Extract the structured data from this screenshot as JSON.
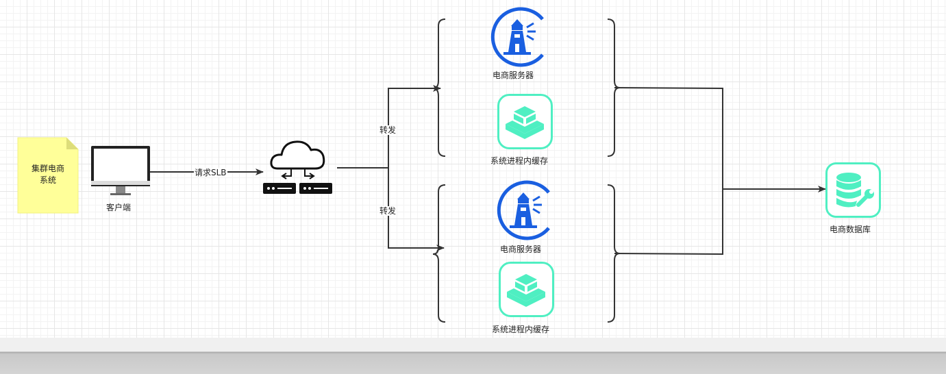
{
  "note": {
    "text_line1": "集群电商",
    "text_line2": "系统"
  },
  "client": {
    "label": "客户端",
    "icon": "monitor-icon"
  },
  "slb": {
    "icon": "cloud-load-balancer-icon"
  },
  "edges": {
    "request": "请求SLB",
    "forward_top": "转发",
    "forward_bottom": "转发"
  },
  "group_top": {
    "server_label": "电商服务器",
    "server_icon": "lighthouse-icon",
    "cache_label": "系统进程内缓存",
    "cache_icon": "cube-cache-icon"
  },
  "group_bottom": {
    "server_label": "电商服务器",
    "server_icon": "lighthouse-icon",
    "cache_label": "系统进程内缓存",
    "cache_icon": "cube-cache-icon"
  },
  "database": {
    "label": "电商数据库",
    "icon": "database-wrench-icon"
  },
  "colors": {
    "note_fill": "#ffff99",
    "server_blue": "#1a5fe0",
    "cache_green": "#4fefc2",
    "line": "#333333"
  }
}
